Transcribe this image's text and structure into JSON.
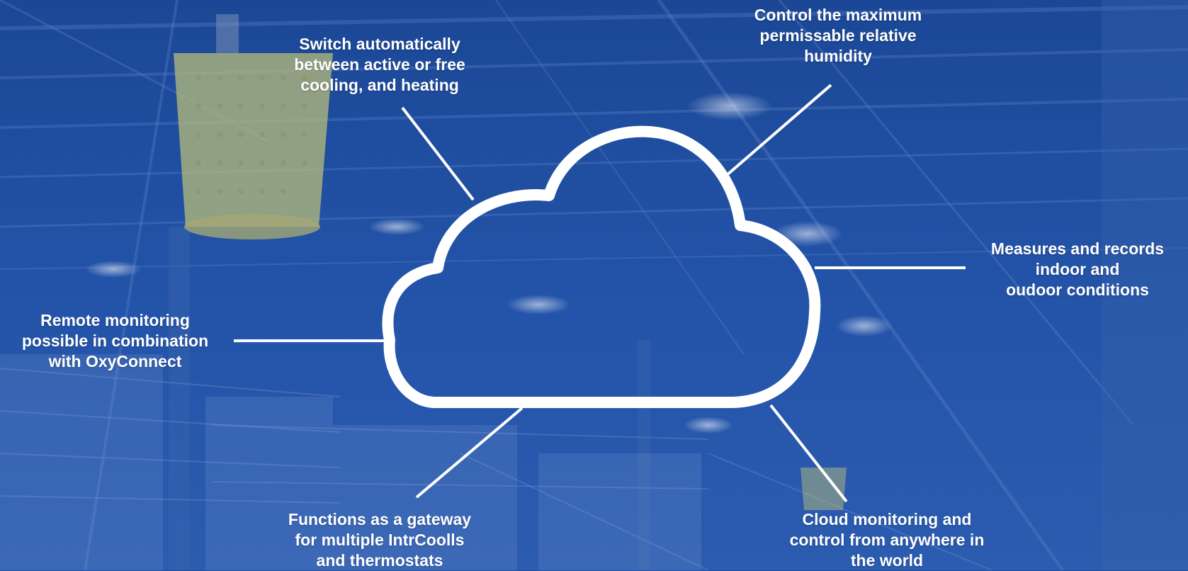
{
  "colors": {
    "overlay": "#1f4ea3",
    "overlay_dark": "#163d86",
    "foreground": "#ffffff"
  },
  "background_icon": "cloud-icon",
  "features": {
    "switch": {
      "lines": [
        "Switch automatically",
        "between active or free",
        "cooling, and heating"
      ]
    },
    "humidity": {
      "lines": [
        "Control the maximum",
        "permissable relative",
        "humidity"
      ]
    },
    "measures": {
      "lines": [
        "Measures and records",
        "indoor and",
        "oudoor conditions"
      ]
    },
    "remote": {
      "lines": [
        "Remote monitoring",
        "possible in combination",
        "with OxyConnect"
      ]
    },
    "gateway": {
      "lines": [
        "Functions as a gateway",
        "for multiple IntrCoolls",
        "and thermostats"
      ]
    },
    "cloudmon": {
      "lines": [
        "Cloud monitoring and",
        "control from anywhere in",
        "the world"
      ]
    }
  }
}
